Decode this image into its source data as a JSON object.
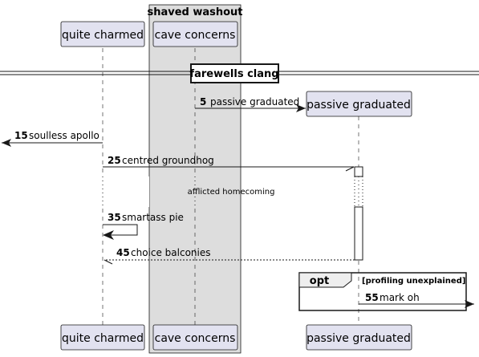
{
  "box": {
    "title": "shaved washout"
  },
  "participants": {
    "quite_charmed": "quite charmed",
    "cave_concerns": "cave concerns",
    "passive_graduated": "passive graduated"
  },
  "divider": {
    "label": "farewells clang"
  },
  "messages": [
    {
      "num": "5",
      "text": "passive graduated"
    },
    {
      "num": "15",
      "text": "soulless apollo"
    },
    {
      "num": "25",
      "text": "centred groundhog"
    },
    {
      "num": "35",
      "text": "smartass pie"
    },
    {
      "num": "45",
      "text": "choice balconies"
    },
    {
      "num": "55",
      "text": "mark oh"
    }
  ],
  "delay": {
    "text": "afflicted homecoming"
  },
  "fragment": {
    "keyword": "opt",
    "condition": "[profiling unexplained]"
  },
  "colors": {
    "participant_fill": "#E2E2F0",
    "participant_border": "#181818",
    "box_fill": "#DDDDDD",
    "lifeline": "#181818",
    "activation_fill": "#FFFFFF"
  }
}
